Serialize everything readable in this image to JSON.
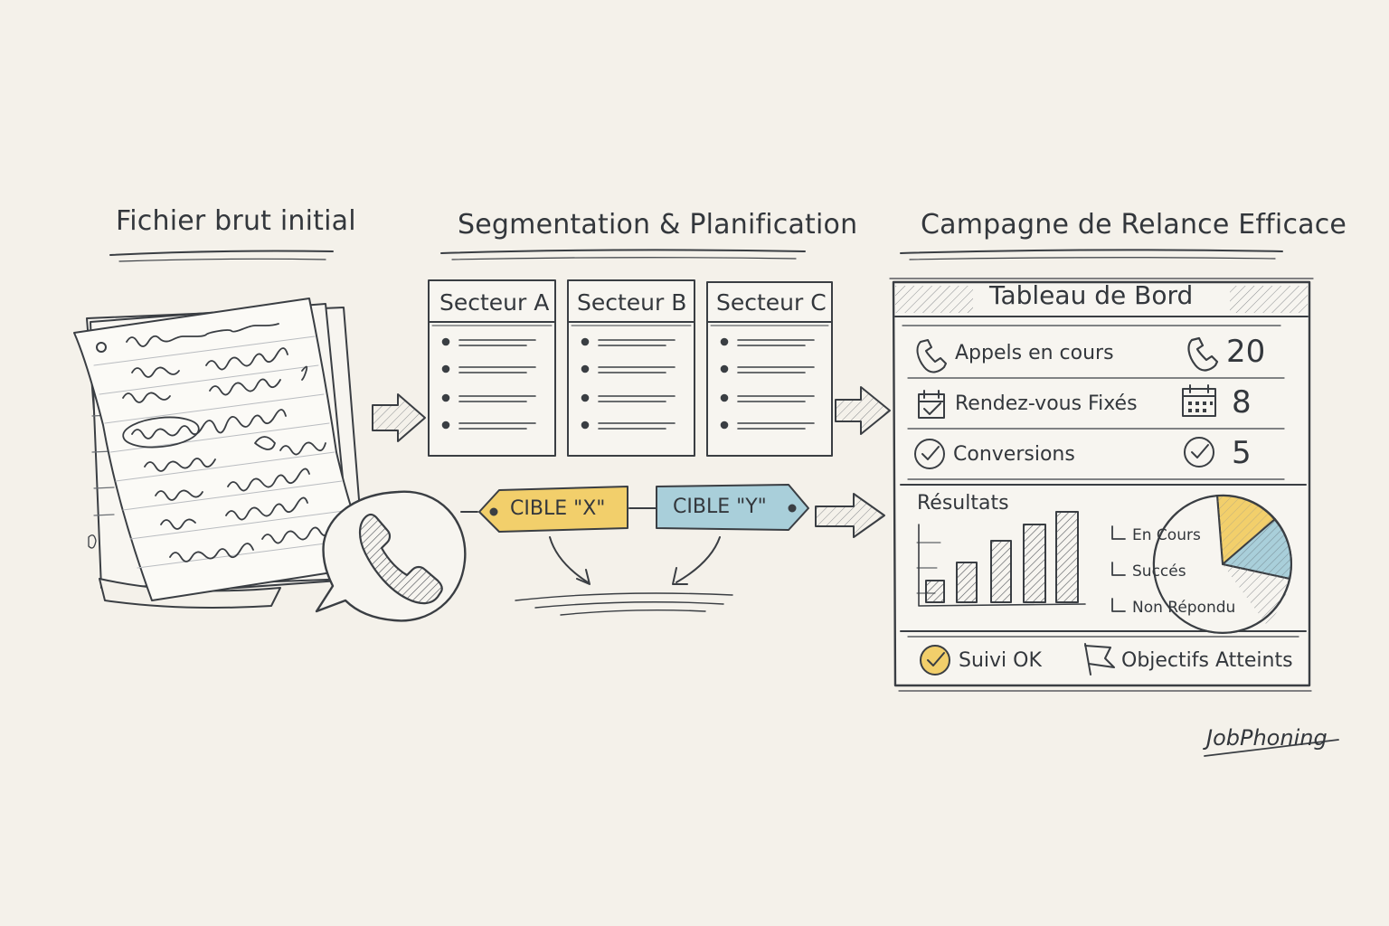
{
  "sections": {
    "raw_file": {
      "title": "Fichier brut initial"
    },
    "segmentation": {
      "title": "Segmentation & Planification",
      "sectors": [
        "Secteur A",
        "Secteur B",
        "Secteur C"
      ],
      "targets": [
        "CIBLE \"X\"",
        "CIBLE \"Y\""
      ]
    },
    "campaign": {
      "title": "Campagne de Relance Efficace",
      "dashboard": {
        "title": "Tableau de Bord",
        "metrics": [
          {
            "label": "Appels en cours",
            "value": "20",
            "icon": "phone-icon"
          },
          {
            "label": "Rendez-vous Fixés",
            "value": "8",
            "icon": "calendar-icon"
          },
          {
            "label": "Conversions",
            "value": "5",
            "icon": "check-circle-icon"
          }
        ],
        "results_label": "Résultats",
        "legend": [
          "En Cours",
          "Succés",
          "Non Répondu"
        ],
        "footer": [
          "Suivi OK",
          "Objectifs Atteints"
        ]
      }
    }
  },
  "colors": {
    "ink": "#33373c",
    "paper": "#f4f1ea",
    "yellow": "#f2cf6b",
    "blue": "#a9cfda"
  },
  "brand": "JobPhoning"
}
